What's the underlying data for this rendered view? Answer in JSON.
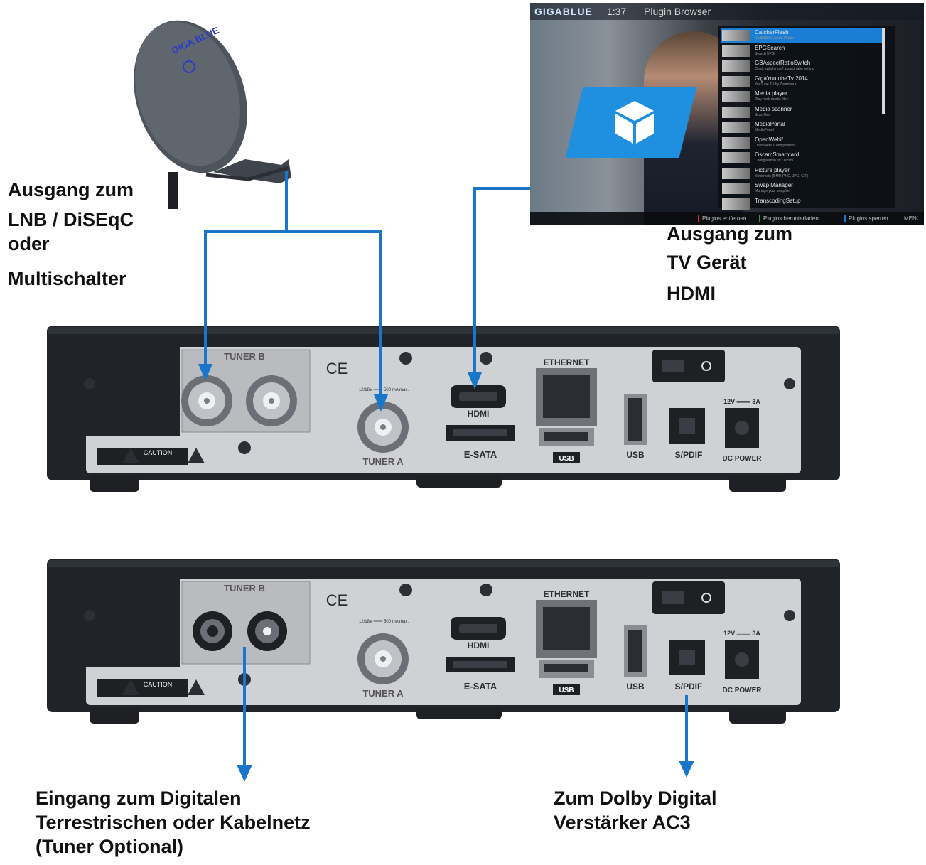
{
  "labels": {
    "lnb_output": [
      "Ausgang zum",
      "LNB / DiSEqC",
      "oder",
      "Multischalter"
    ],
    "tv_output": [
      "Ausgang zum",
      "TV Gerät",
      "HDMI"
    ],
    "terrestrial_input": [
      "Eingang zum Digitalen",
      "Terrestrischen oder Kabelnetz",
      "(Tuner Optional)"
    ],
    "dolby_output": [
      "Zum Dolby Digital",
      "Verstärker AC3"
    ]
  },
  "dish": {
    "brand": "GIGA BLUE"
  },
  "tv_screen": {
    "brand": "GIGABLUE",
    "time": "1:37",
    "title": "Plugin Browser",
    "plugins": [
      {
        "name": "CatcherFlash",
        "sub": "Kodi/XBMC Audio Plugin"
      },
      {
        "name": "EPGSearch",
        "sub": "Search EPG"
      },
      {
        "name": "GBAspectRatioSwitch",
        "sub": "Quick switching of aspect ratio setting"
      },
      {
        "name": "GigaYoutubeTv 2014",
        "sub": "YouTube TV by Zuurnbuur"
      },
      {
        "name": "Media player",
        "sub": "Play back media files"
      },
      {
        "name": "Media scanner",
        "sub": "Scan files"
      },
      {
        "name": "MediaPortal",
        "sub": "MediaPortal"
      },
      {
        "name": "OpenWebif",
        "sub": "OpenWebif Configuration"
      },
      {
        "name": "OscamSmartcard",
        "sub": "Configuration for Oscam"
      },
      {
        "name": "Picture player",
        "sub": "fileformats (BMP, PNG, JPG, GIF)"
      },
      {
        "name": "Swap Manager",
        "sub": "Manage your swapfile"
      },
      {
        "name": "TranscodingSetup",
        "sub": ""
      }
    ],
    "buttons": [
      {
        "label": "Plugins entfernen",
        "color": "#d32f2f"
      },
      {
        "label": "Plugins herunterladen",
        "color": "#2e9e3a"
      },
      {
        "label": "Plugins sperren",
        "color": "#1976d2"
      },
      {
        "label": "MENU",
        "color": "#cccccc"
      }
    ]
  },
  "receiver_top": {
    "ports": {
      "tuner_b": "TUNER B",
      "tuner_a": "TUNER A",
      "hdmi": "HDMI",
      "esata": "E-SATA",
      "ethernet": "ETHERNET",
      "usb_back": "USB",
      "usb_side": "USB",
      "spdif": "S/PDIF",
      "dc_power": "DC POWER",
      "power_spec": "12V ═══ 3A",
      "caution": "CAUTION",
      "ce": "CE",
      "spec": "12/18V ═══ 500 mA max."
    }
  },
  "receiver_bottom": {
    "ports": {
      "tuner_b": "TUNER B",
      "tuner_a": "TUNER A",
      "hdmi": "HDMI",
      "esata": "E-SATA",
      "ethernet": "ETHERNET",
      "usb_back": "USB",
      "usb_side": "USB",
      "spdif": "S/PDIF",
      "dc_power": "DC POWER",
      "power_spec": "12V ═══ 3A",
      "caution": "CAUTION",
      "ce": "CE",
      "spec": "12/18V ═══ 500 mA max."
    }
  },
  "colors": {
    "wire": "#1976c8",
    "body": "#202327",
    "panel": "#cfd1d4"
  }
}
